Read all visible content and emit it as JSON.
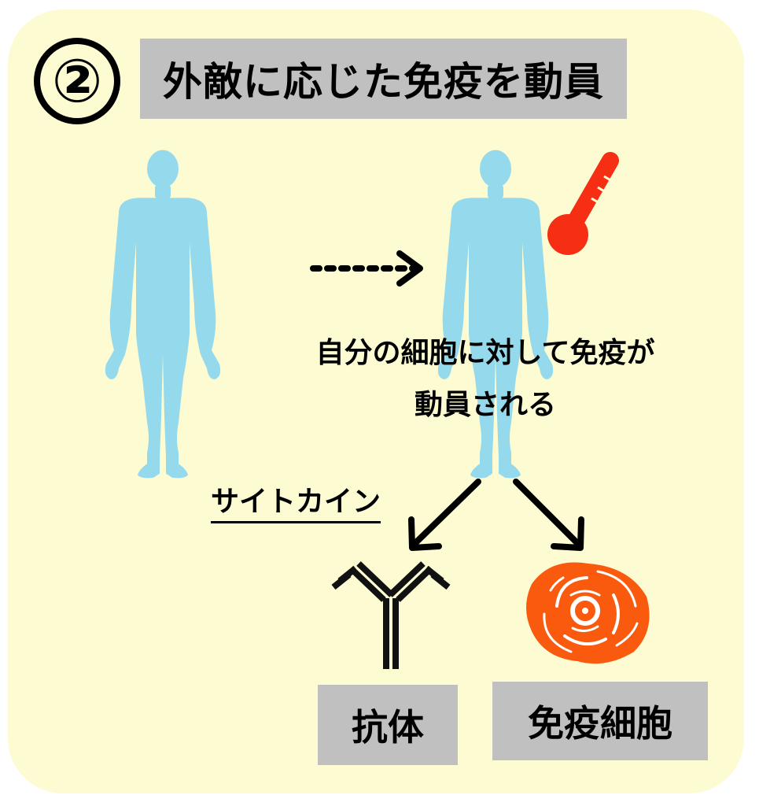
{
  "step_number": "②",
  "title": "外敵に応じた免疫を動員",
  "caption_lines": [
    "自分の細胞に対して免疫が",
    "動員される"
  ],
  "cytokine_label": "サイトカイン",
  "outputs": {
    "antibody_label": "抗体",
    "immune_cell_label": "免疫細胞"
  },
  "colors": {
    "panel": "#fdfbd1",
    "body_figure": "#94d9ec",
    "thermometer": "#f62f14",
    "immune_cell": "#fa5a0e",
    "label_box": "#c0c0c0"
  },
  "icons": [
    "human-figure-icon",
    "dotted-arrow-icon",
    "thermometer-icon",
    "arrow-icon",
    "antibody-icon",
    "immune-cell-icon"
  ]
}
